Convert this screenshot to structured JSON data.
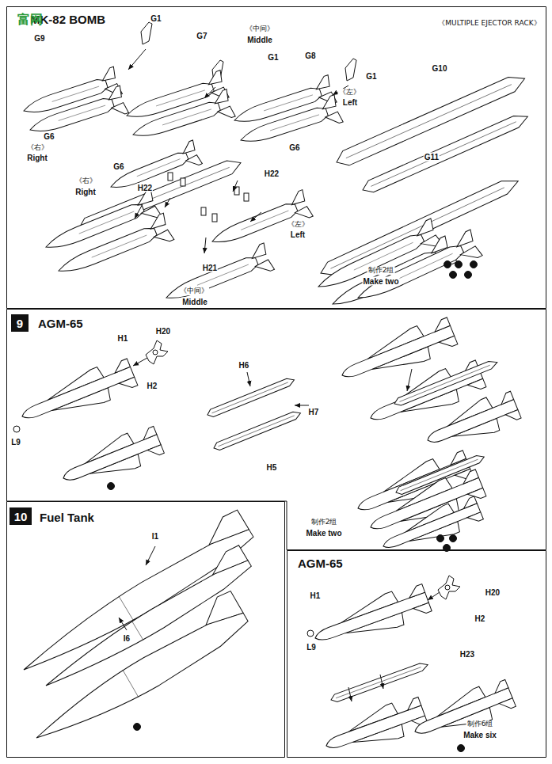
{
  "diagram": {
    "nodes": [
      {
        "text": [
          "MK-82 BOMB"
        ]
      },
      {
        "text": [
          "AGM-65"
        ]
      },
      {
        "text": [
          "9"
        ],
        "in": 1
      },
      {
        "text": [
          "Fuel Tank"
        ]
      },
      {
        "text": [
          "10"
        ],
        "in": 3
      },
      {
        "text": [
          "AGM-65"
        ]
      }
    ],
    "labels": [
      "富网",
      "《MULTIPLE EJECTOR RACK》",
      "G9",
      "G1",
      "《中间》",
      "Middle",
      "G7",
      "G1",
      "G8",
      "G1",
      "《左》",
      "Left",
      "G10",
      "G6",
      "《右》",
      "Right",
      "G6",
      "G6",
      "G11",
      "《右》",
      "Right",
      "H22",
      "H22",
      "《左》",
      "Left",
      "H21",
      "《中间》",
      "Middle",
      "制作2组",
      "Make two",
      "H1",
      "H20",
      "H2",
      "L9",
      "H6",
      "H7",
      "H5",
      "制作2组",
      "Make two",
      "I1",
      "I6",
      "H20",
      "H1",
      "H2",
      "L9",
      "H23",
      "制作6组",
      "Make six"
    ]
  }
}
